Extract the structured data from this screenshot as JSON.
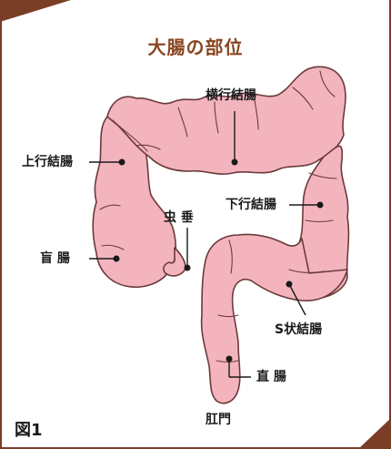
{
  "title": "大腸の部位",
  "figure_label": "図1",
  "labels": {
    "transverse": "横行結腸",
    "ascending": "上行結腸",
    "descending": "下行結腸",
    "appendix": "虫 垂",
    "cecum": "盲 腸",
    "sigmoid": "S状結腸",
    "rectum": "直 腸",
    "anus": "肛門"
  },
  "colors": {
    "frame": "#7a3d26",
    "title": "#8a4521",
    "organ_fill": "#f4b4be",
    "organ_stroke": "#6b3a3a"
  }
}
